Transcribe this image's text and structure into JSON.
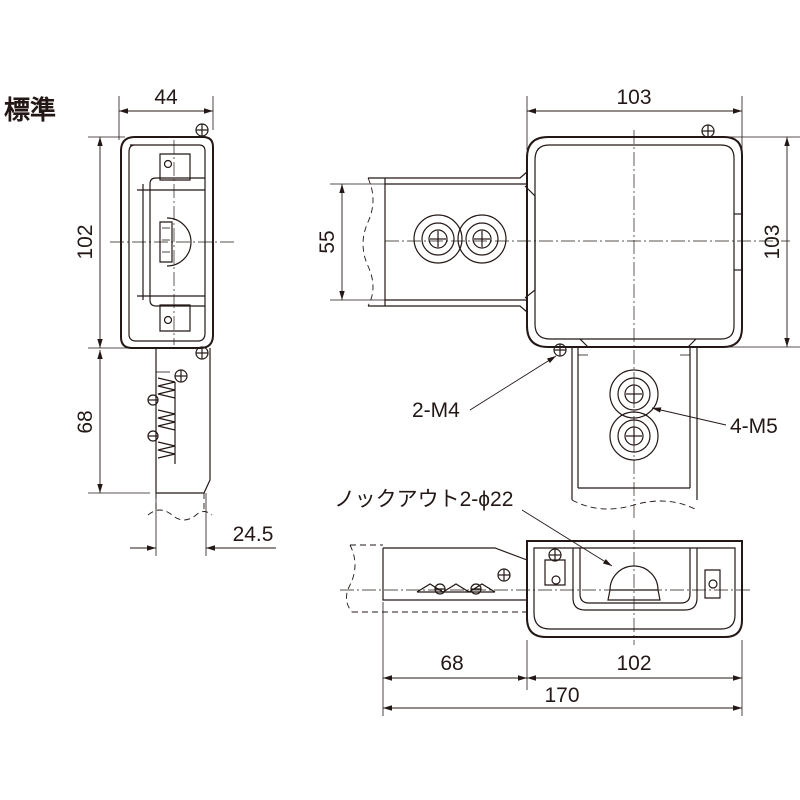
{
  "title": "標準",
  "dimensions": {
    "left_width": "44",
    "left_height": "102",
    "left_extension": "68",
    "left_offset": "24.5",
    "top_width": "103",
    "top_height": "103",
    "branch_height": "55",
    "bottom_left": "68",
    "bottom_right": "102",
    "bottom_total": "170"
  },
  "callouts": {
    "screw_m4": "2-M4",
    "screw_m5": "4-M5",
    "knockout": "ノックアウト2-ϕ22"
  }
}
